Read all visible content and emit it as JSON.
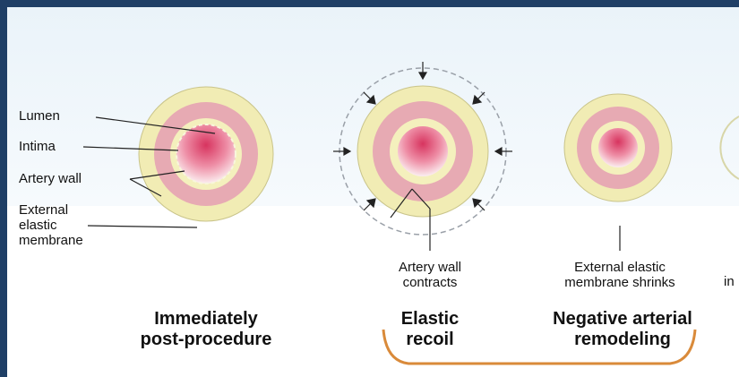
{
  "labels": {
    "lumen": "Lumen",
    "intima": "Intima",
    "artery_wall": "Artery wall",
    "external_1": "External",
    "external_2": "elastic",
    "external_3": "membrane"
  },
  "captions": {
    "artery_contracts_1": "Artery wall",
    "artery_contracts_2": "contracts",
    "membrane_shrinks_1": "External elastic",
    "membrane_shrinks_2": "membrane shrinks",
    "cut_off": "in"
  },
  "titles": {
    "immediately_1": "Immediately",
    "immediately_2": "post-procedure",
    "elastic_1": "Elastic",
    "elastic_2": "recoil",
    "negative_1": "Negative arterial",
    "negative_2": "remodeling"
  },
  "colors": {
    "frame": "#1f3f66",
    "outer_ring": "#f1ecb4",
    "wall": "#e7aab3",
    "intima": "#f4f0bd",
    "lumen_center": "#d7345f",
    "bracket": "#d98a3a"
  }
}
